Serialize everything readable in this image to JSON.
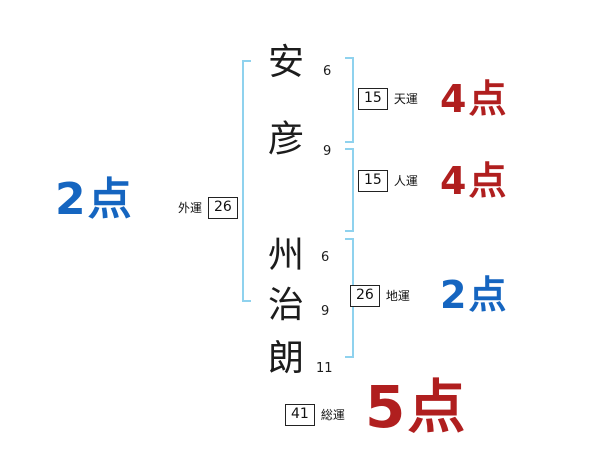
{
  "name_chars": [
    {
      "char": "安",
      "strokes": "6"
    },
    {
      "char": "彦",
      "strokes": "9"
    },
    {
      "char": "州",
      "strokes": "6"
    },
    {
      "char": "治",
      "strokes": "9"
    },
    {
      "char": "朗",
      "strokes": "11"
    }
  ],
  "fortunes": {
    "ten_un": {
      "label": "天運",
      "value": "15",
      "score": "4点"
    },
    "jin_un": {
      "label": "人運",
      "value": "15",
      "score": "4点"
    },
    "chi_un": {
      "label": "地運",
      "value": "26",
      "score": "2点"
    },
    "gai_un": {
      "label": "外運",
      "value": "26",
      "score": "2点"
    },
    "sou_un": {
      "label": "総運",
      "value": "41",
      "score": "5点"
    }
  },
  "colors": {
    "score_red": "#b01f1f",
    "score_blue": "#1565c0",
    "bracket_blue": "#8fd2ee"
  }
}
